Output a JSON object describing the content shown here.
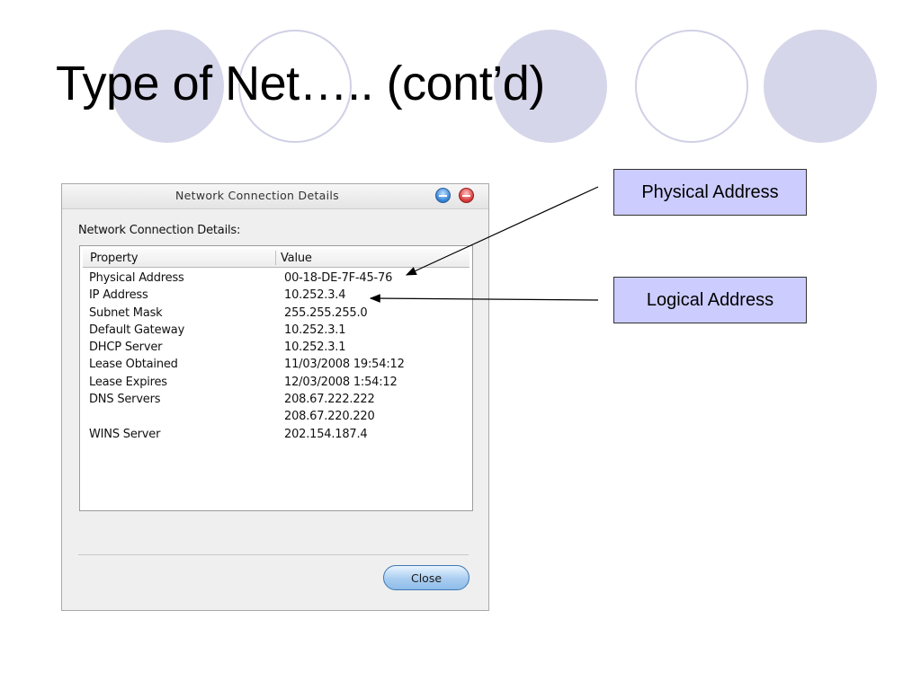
{
  "slide": {
    "title": "Type of Net….. (cont’d)"
  },
  "dialog": {
    "title": "Network Connection Details",
    "heading": "Network Connection Details:",
    "columns": {
      "property": "Property",
      "value": "Value"
    },
    "rows": [
      {
        "property": "Physical Address",
        "value": "00-18-DE-7F-45-76"
      },
      {
        "property": "IP Address",
        "value": "10.252.3.4"
      },
      {
        "property": "Subnet Mask",
        "value": "255.255.255.0"
      },
      {
        "property": "Default Gateway",
        "value": "10.252.3.1"
      },
      {
        "property": "DHCP Server",
        "value": "10.252.3.1"
      },
      {
        "property": "Lease Obtained",
        "value": "11/03/2008 19:54:12"
      },
      {
        "property": "Lease Expires",
        "value": "12/03/2008 1:54:12"
      },
      {
        "property": "DNS Servers",
        "value": "208.67.222.222"
      },
      {
        "property": "",
        "value": "208.67.220.220"
      },
      {
        "property": "WINS Server",
        "value": "202.154.187.4"
      }
    ],
    "close_label": "Close"
  },
  "callouts": {
    "physical": "Physical Address",
    "logical": "Logical Address"
  },
  "colors": {
    "circle_fill": "#d6d6ea",
    "callout_fill": "#ccccff"
  }
}
